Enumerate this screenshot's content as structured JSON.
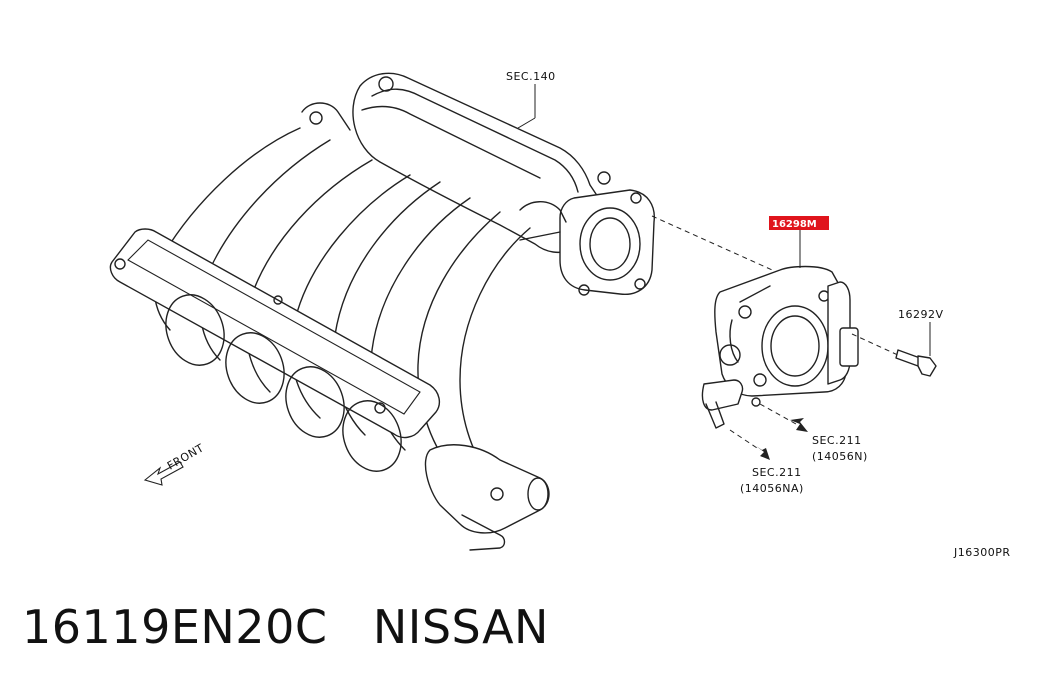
{
  "labels": {
    "sec140": "SEC.140",
    "part_highlight": "16298M",
    "part_bolt": "16292V",
    "sec211_a": "SEC.211",
    "sec211_a_sub": "(14056N)",
    "sec211_b": "SEC.211",
    "sec211_b_sub": "(14056NA)",
    "front": "FRONT",
    "drawing_code": "J16300PR"
  },
  "caption": {
    "part_number": "16119EN20C",
    "brand": "NISSAN"
  },
  "colors": {
    "highlight_box": "#e0141c"
  }
}
